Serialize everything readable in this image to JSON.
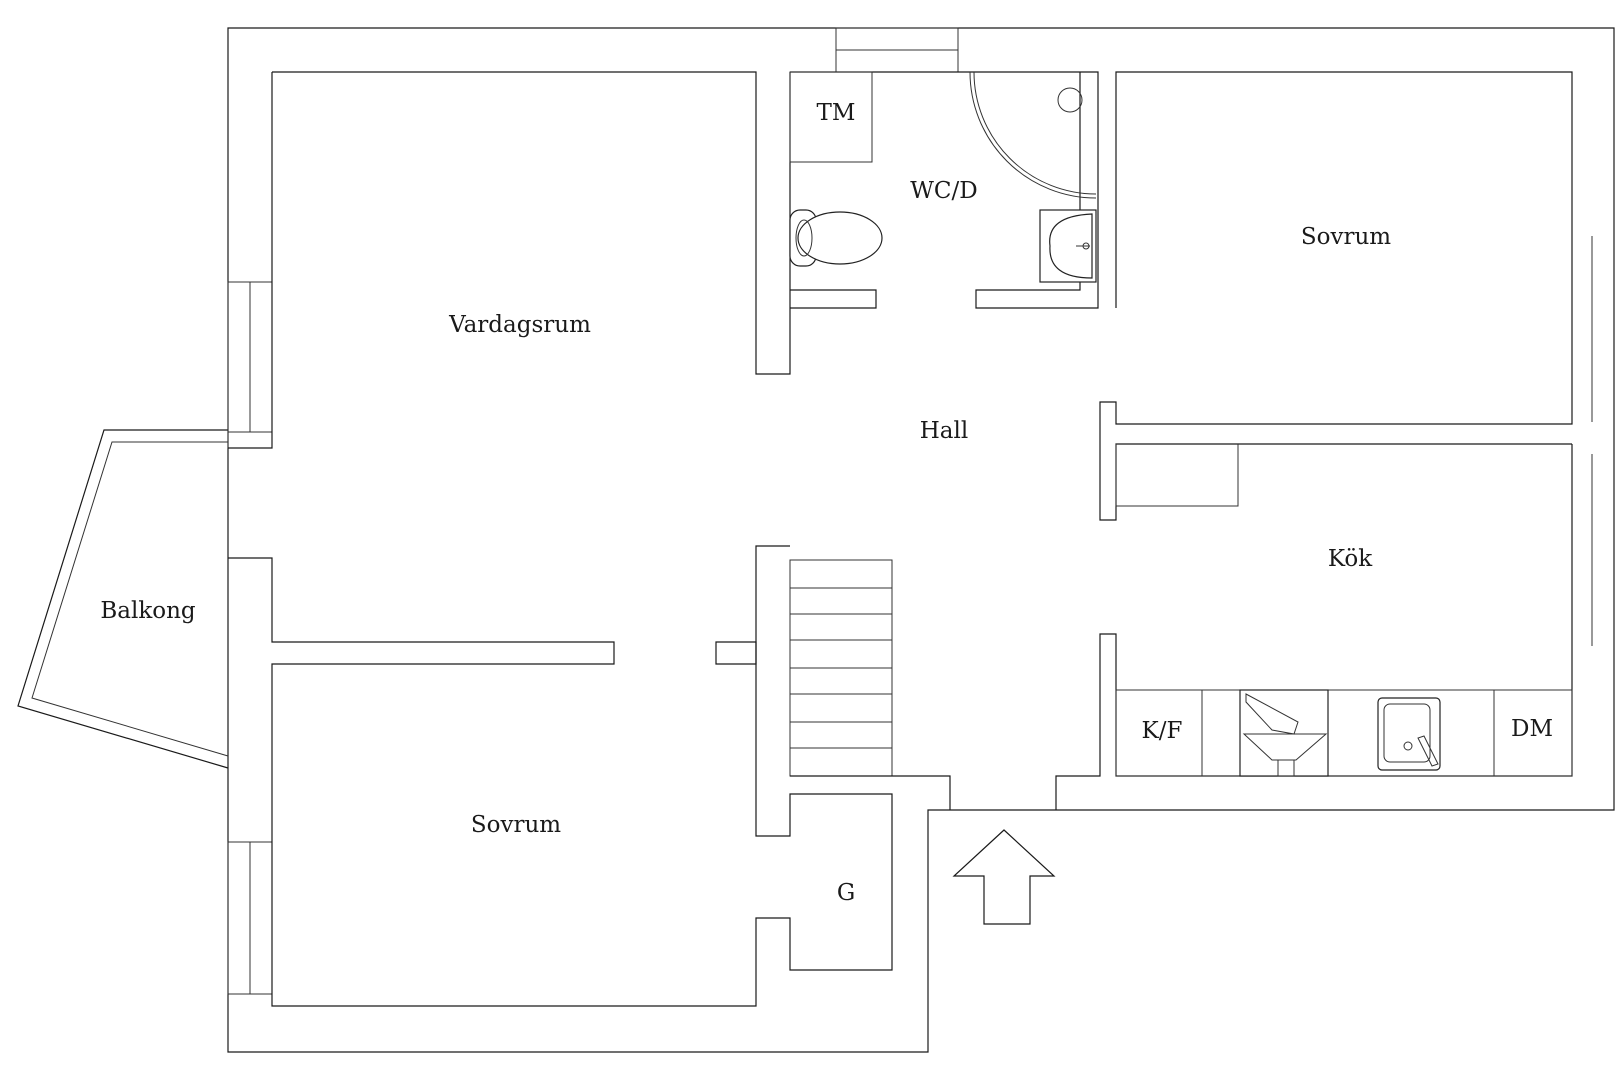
{
  "rooms": {
    "vardagsrum": "Vardagsrum",
    "hall": "Hall",
    "sovrum_top": "Sovrum",
    "sovrum_bottom": "Sovrum",
    "kok": "Kök",
    "balkong": "Balkong",
    "wc": "WC/D",
    "tm": "TM",
    "g": "G",
    "kf": "K/F",
    "dm": "DM"
  },
  "icons": [
    "entrance-arrow-icon",
    "toilet-icon",
    "sink-icon",
    "shower-icon",
    "stove-icon",
    "kitchen-sink-icon",
    "staircase-icon"
  ]
}
